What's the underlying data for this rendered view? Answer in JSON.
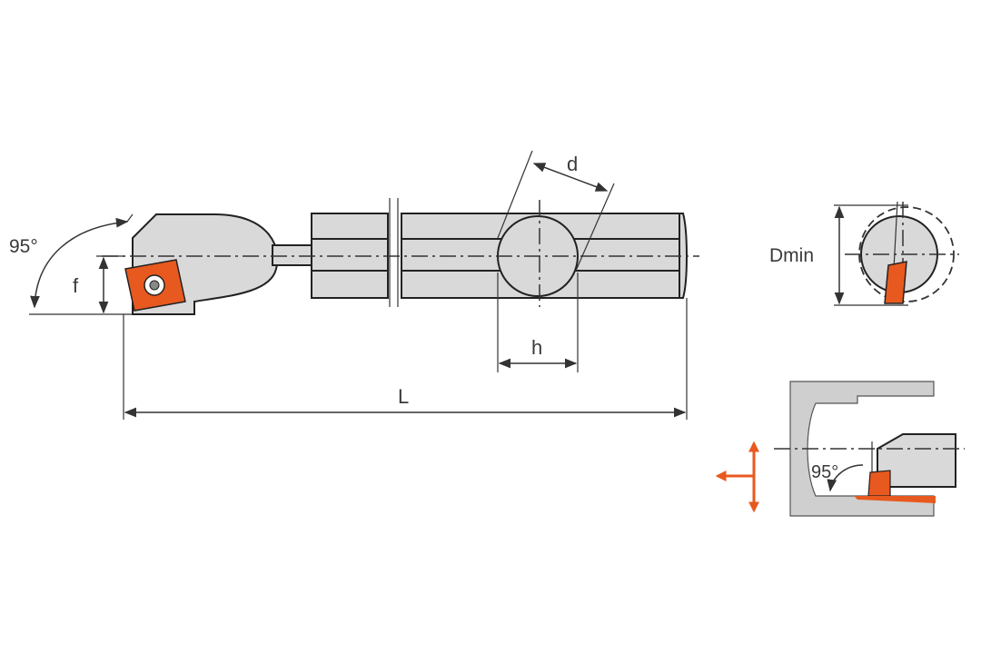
{
  "labels": {
    "angle_main": "95°",
    "f": "f",
    "d": "d",
    "h": "h",
    "L": "L",
    "dmin": "Dmin",
    "angle_detail": "95°"
  },
  "colors": {
    "insert": "#e8591f",
    "body": "#d9d9d9",
    "workpiece": "#cfcfcf",
    "line": "#333333"
  },
  "icons": {
    "insert_screw": "torx-screw-icon",
    "feed_arrows": "feed-direction-arrows-icon"
  }
}
